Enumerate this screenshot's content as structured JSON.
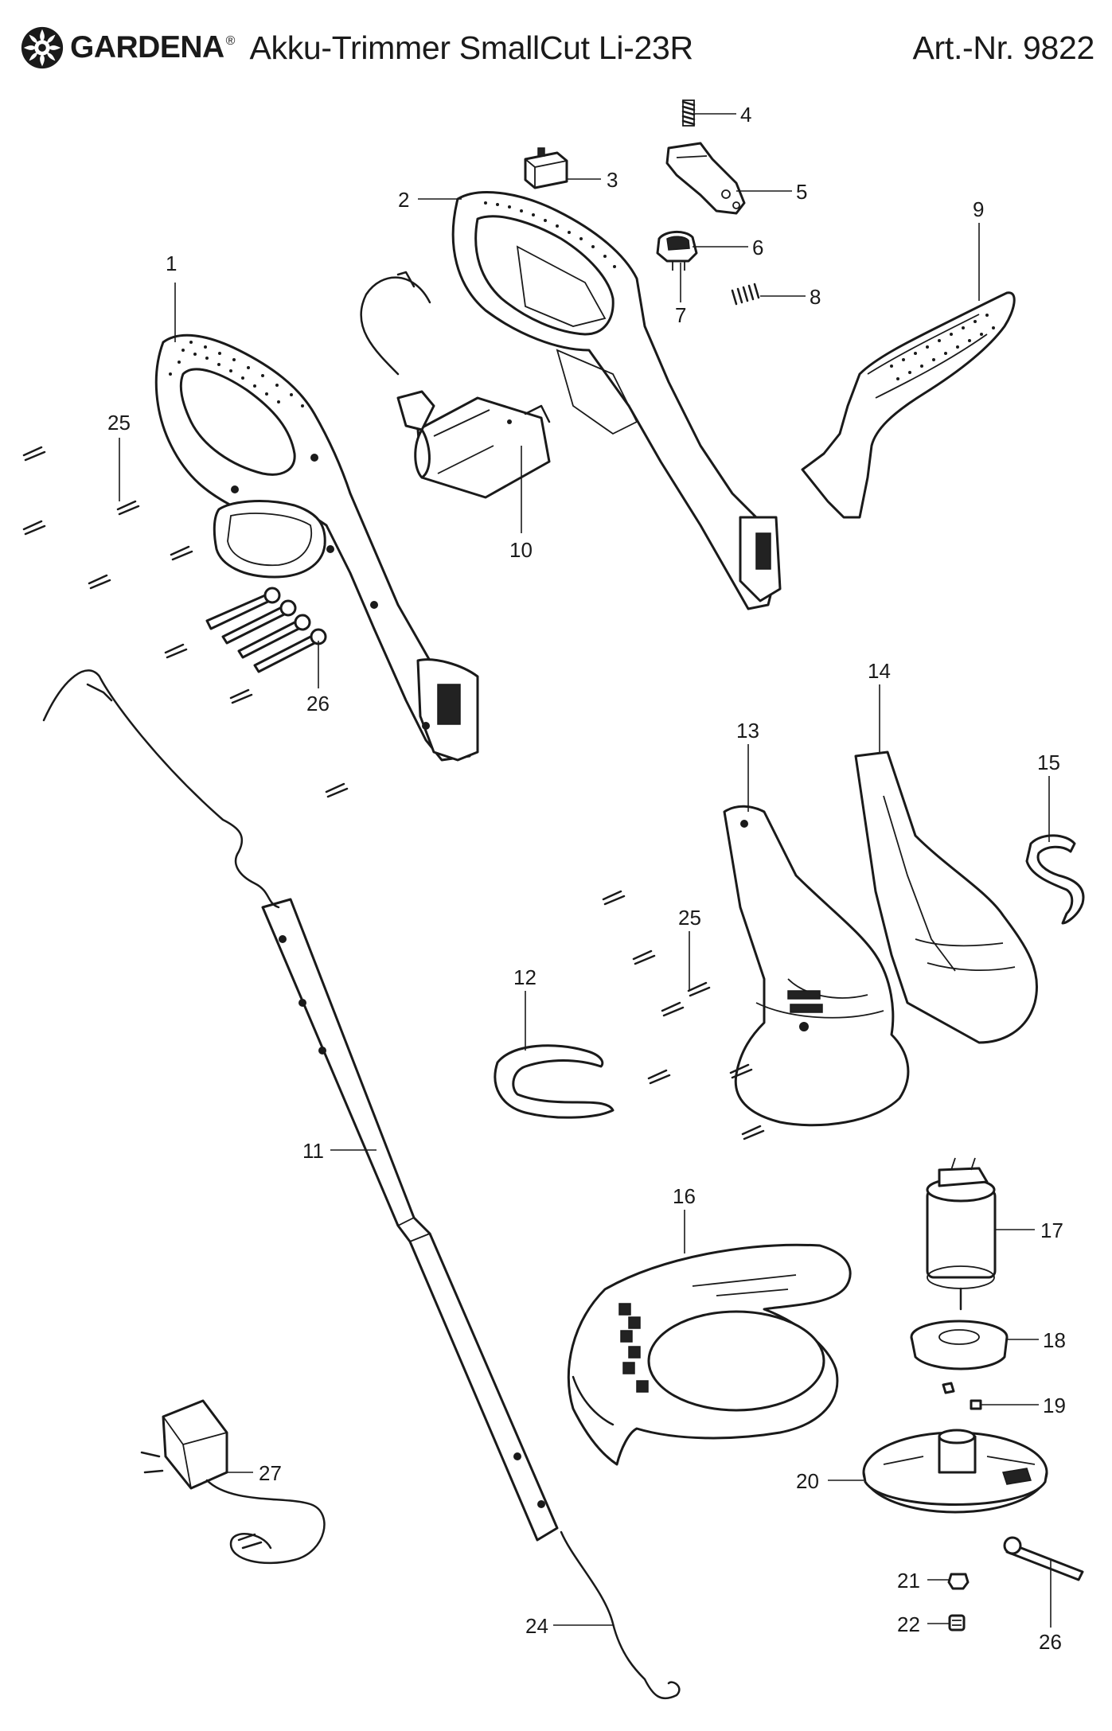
{
  "header": {
    "brand": "GARDENA",
    "registered_mark": "®",
    "product_title": "Akku-Trimmer SmallCut Li-23R",
    "article_number": "Art.-Nr. 9822"
  },
  "diagram": {
    "callouts": [
      {
        "id": "c1",
        "label": "1"
      },
      {
        "id": "c2",
        "label": "2"
      },
      {
        "id": "c3",
        "label": "3"
      },
      {
        "id": "c4",
        "label": "4"
      },
      {
        "id": "c5",
        "label": "5"
      },
      {
        "id": "c6",
        "label": "6"
      },
      {
        "id": "c7",
        "label": "7"
      },
      {
        "id": "c8",
        "label": "8"
      },
      {
        "id": "c9",
        "label": "9"
      },
      {
        "id": "c10",
        "label": "10"
      },
      {
        "id": "c11",
        "label": "11"
      },
      {
        "id": "c12",
        "label": "12"
      },
      {
        "id": "c13",
        "label": "13"
      },
      {
        "id": "c14",
        "label": "14"
      },
      {
        "id": "c15",
        "label": "15"
      },
      {
        "id": "c16",
        "label": "16"
      },
      {
        "id": "c17",
        "label": "17"
      },
      {
        "id": "c18",
        "label": "18"
      },
      {
        "id": "c19",
        "label": "19"
      },
      {
        "id": "c20",
        "label": "20"
      },
      {
        "id": "c21",
        "label": "21"
      },
      {
        "id": "c22",
        "label": "22"
      },
      {
        "id": "c24",
        "label": "24"
      },
      {
        "id": "c25a",
        "label": "25"
      },
      {
        "id": "c25b",
        "label": "25"
      },
      {
        "id": "c26a",
        "label": "26"
      },
      {
        "id": "c26b",
        "label": "26"
      },
      {
        "id": "c27",
        "label": "27"
      }
    ]
  }
}
